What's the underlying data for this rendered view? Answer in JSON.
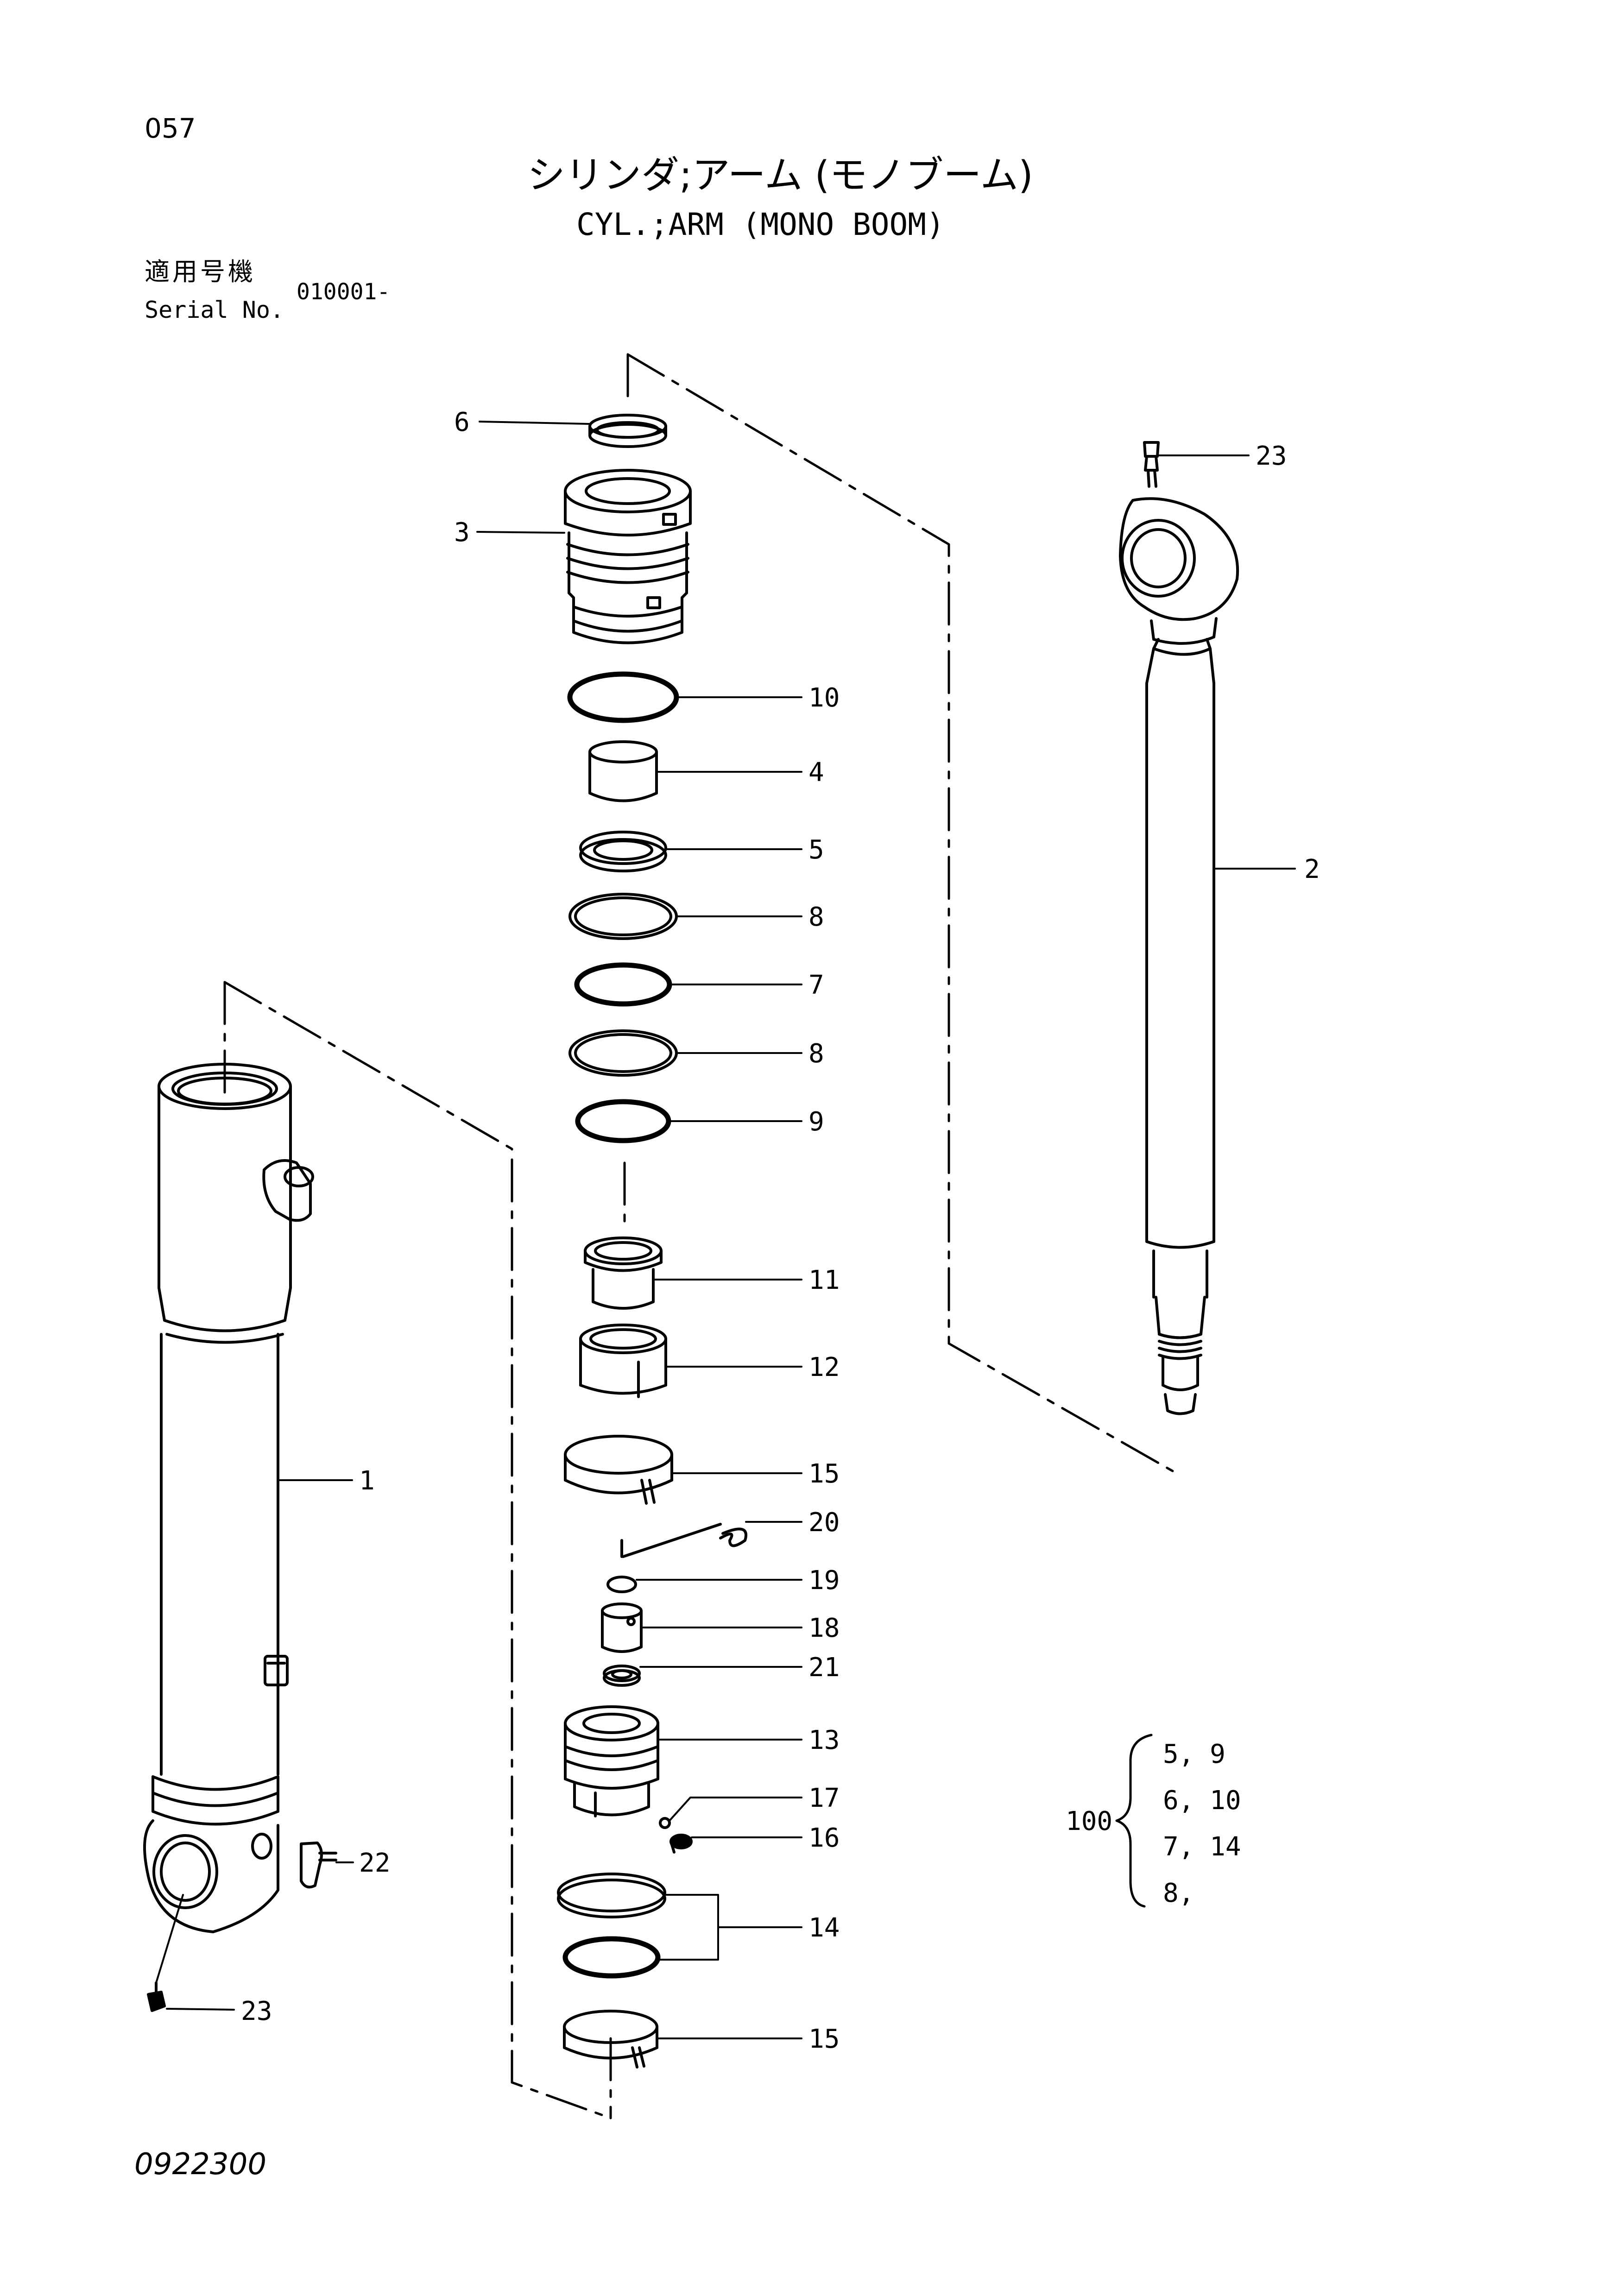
{
  "header": {
    "page_number": "057",
    "title_jp": "シリンダ;アーム (モノブーム)",
    "title_en": "CYL.;ARM (MONO BOOM)"
  },
  "serial": {
    "label_jp": "適用号機",
    "label_en": "Serial No.",
    "value": "010001-"
  },
  "callouts": [
    {
      "id": "c6",
      "label": "6"
    },
    {
      "id": "c3",
      "label": "3"
    },
    {
      "id": "c10",
      "label": "10"
    },
    {
      "id": "c4",
      "label": "4"
    },
    {
      "id": "c5",
      "label": "5"
    },
    {
      "id": "c8a",
      "label": "8"
    },
    {
      "id": "c7",
      "label": "7"
    },
    {
      "id": "c8b",
      "label": "8"
    },
    {
      "id": "c9",
      "label": "9"
    },
    {
      "id": "c11",
      "label": "11"
    },
    {
      "id": "c12",
      "label": "12"
    },
    {
      "id": "c15a",
      "label": "15"
    },
    {
      "id": "c20",
      "label": "20"
    },
    {
      "id": "c19",
      "label": "19"
    },
    {
      "id": "c18",
      "label": "18"
    },
    {
      "id": "c21",
      "label": "21"
    },
    {
      "id": "c13",
      "label": "13"
    },
    {
      "id": "c17",
      "label": "17"
    },
    {
      "id": "c16",
      "label": "16"
    },
    {
      "id": "c14",
      "label": "14"
    },
    {
      "id": "c15b",
      "label": "15"
    },
    {
      "id": "c1",
      "label": "1"
    },
    {
      "id": "c22",
      "label": "22"
    },
    {
      "id": "c23a",
      "label": "23"
    },
    {
      "id": "c2",
      "label": "2"
    },
    {
      "id": "c23b",
      "label": "23"
    }
  ],
  "seal_kit": {
    "number": "100",
    "rows": [
      "5, 9",
      "6, 10",
      "7, 14",
      "8,"
    ]
  },
  "footer": {
    "drawing_number": "0922300"
  }
}
